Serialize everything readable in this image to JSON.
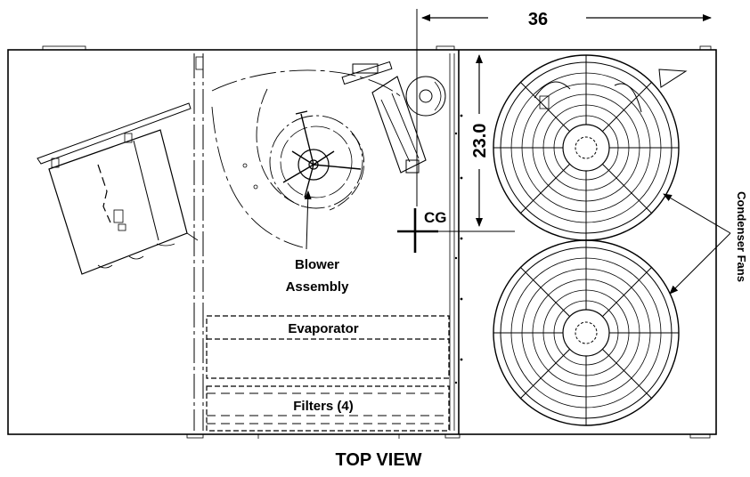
{
  "diagram": {
    "dimension_width": "36",
    "dimension_height": "23.0",
    "cg_label": "CG",
    "blower_label_line1": "Blower",
    "blower_label_line2": "Assembly",
    "evaporator_label": "Evaporator",
    "filters_label": "Filters (4)",
    "condenser_label": "Condenser Fans",
    "view_title": "TOP VIEW"
  }
}
